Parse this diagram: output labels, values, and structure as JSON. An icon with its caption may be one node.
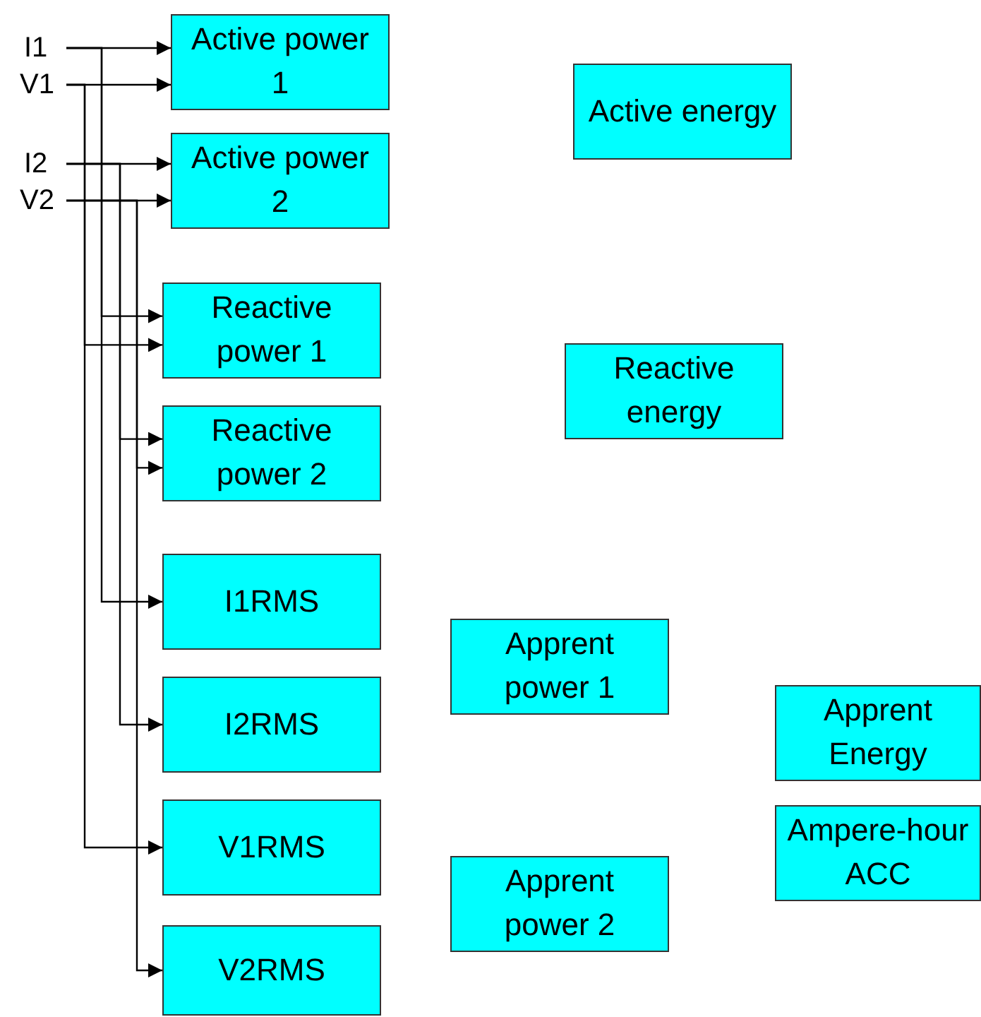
{
  "diagram": {
    "nodes": [
      {
        "text": [
          "I1"
        ]
      },
      {
        "text": [
          "V1"
        ]
      },
      {
        "text": [
          "I2"
        ]
      },
      {
        "text": [
          "V2"
        ]
      },
      {
        "text": [
          "Active power 1"
        ]
      },
      {
        "text": [
          "Active power 2"
        ]
      },
      {
        "text": [
          "Reactive power 1"
        ]
      },
      {
        "text": [
          "Reactive power 2"
        ]
      },
      {
        "text": [
          "I1RMS"
        ]
      },
      {
        "text": [
          "I2RMS"
        ]
      },
      {
        "text": [
          "V1RMS"
        ]
      },
      {
        "text": [
          "V2RMS"
        ]
      },
      {
        "text": [
          "Active energy"
        ]
      },
      {
        "text": [
          "Reactive energy"
        ]
      },
      {
        "text": [
          "Apprent power 1"
        ]
      },
      {
        "text": [
          "Apprent power 2"
        ]
      },
      {
        "text": [
          "Apprent Energy"
        ]
      },
      {
        "text": [
          "Ampere-hour ACC"
        ]
      }
    ],
    "edges": [
      {
        "from": 0,
        "to": 4,
        "arrow": "to"
      },
      {
        "from": 1,
        "to": 4,
        "arrow": "to"
      },
      {
        "from": 2,
        "to": 5,
        "arrow": "to"
      },
      {
        "from": 3,
        "to": 5,
        "arrow": "to"
      },
      {
        "from": 0,
        "to": 6,
        "arrow": "to"
      },
      {
        "from": 1,
        "to": 6,
        "arrow": "to"
      },
      {
        "from": 2,
        "to": 7,
        "arrow": "to"
      },
      {
        "from": 3,
        "to": 7,
        "arrow": "to"
      },
      {
        "from": 0,
        "to": 8,
        "arrow": "to"
      },
      {
        "from": 2,
        "to": 9,
        "arrow": "to"
      },
      {
        "from": 1,
        "to": 10,
        "arrow": "to"
      },
      {
        "from": 3,
        "to": 11,
        "arrow": "to"
      }
    ]
  }
}
